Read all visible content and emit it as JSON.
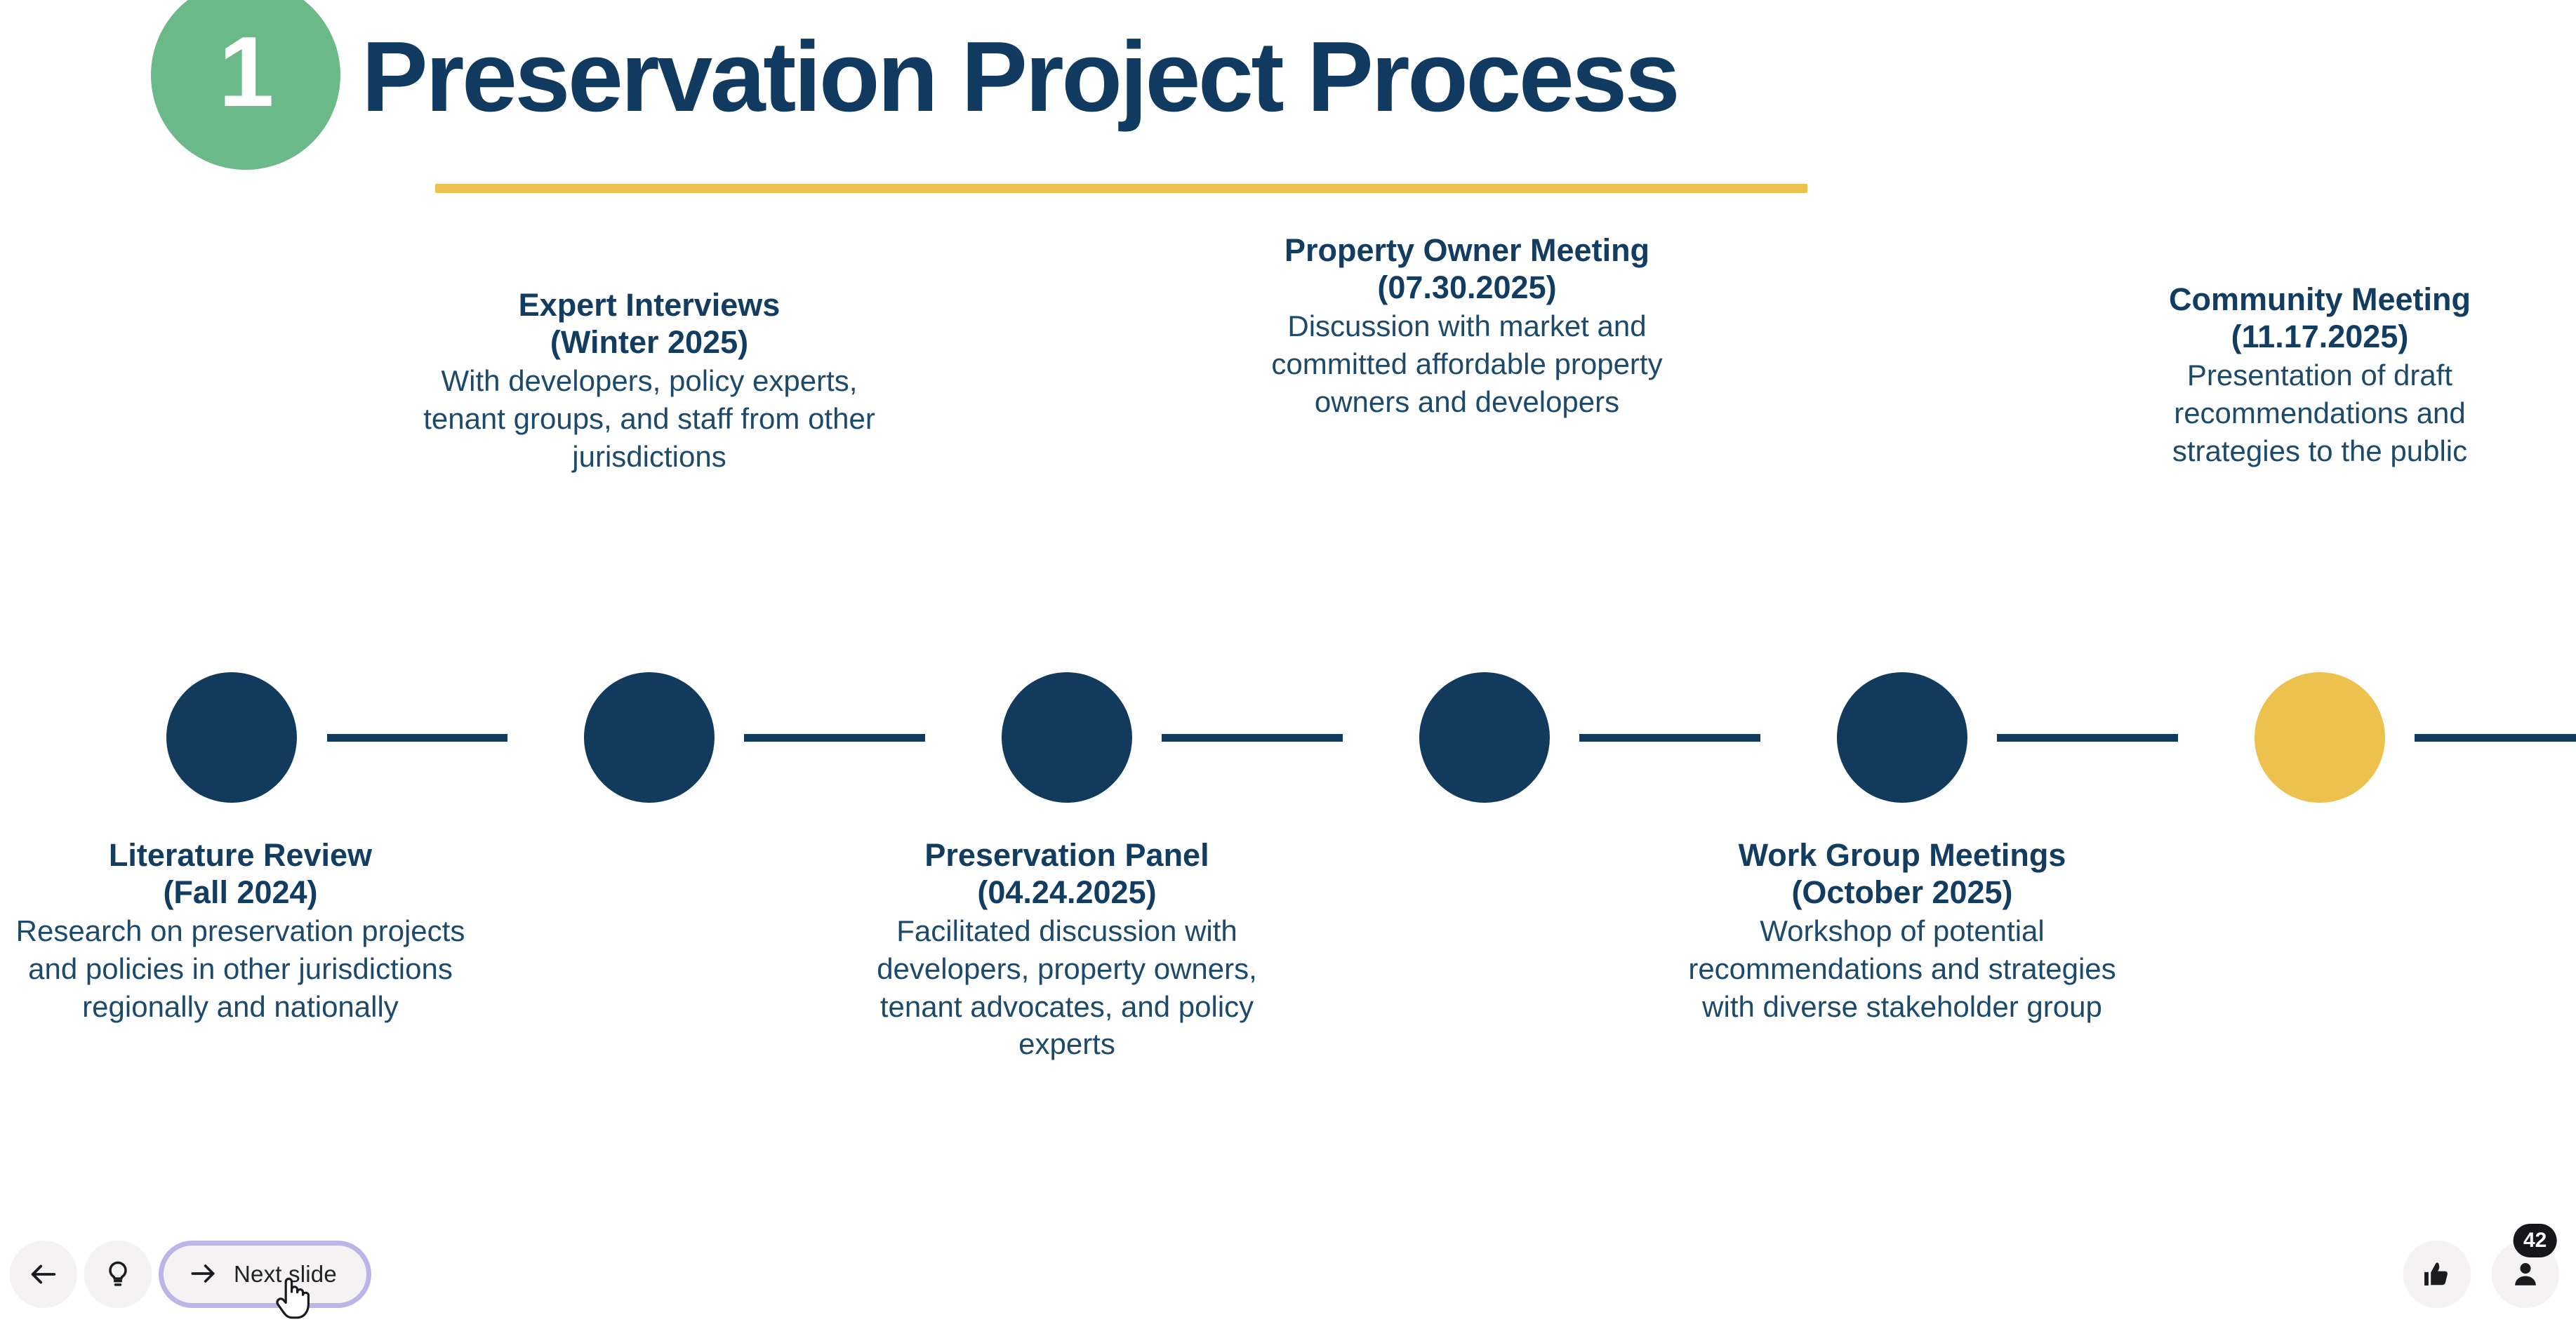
{
  "slide": {
    "step_number": "1",
    "title": "Preservation Project Process",
    "accent_colors": {
      "badge_green": "#6BB889",
      "title_navy": "#113A60",
      "underline_gold": "#EDC14E",
      "dot_navy": "#123A5C",
      "dot_gold": "#EDC14E"
    }
  },
  "milestones": [
    {
      "id": "literature-review",
      "title": "Literature Review",
      "date": "(Fall 2024)",
      "description": "Research on preservation projects and policies in other jurisdictions regionally and nationally",
      "position": "below",
      "dot_color": "navy"
    },
    {
      "id": "expert-interviews",
      "title": "Expert Interviews",
      "date": "(Winter 2025)",
      "description": "With developers, policy experts, tenant groups, and staff from other jurisdictions",
      "position": "above",
      "dot_color": "navy"
    },
    {
      "id": "preservation-panel",
      "title": "Preservation Panel",
      "date": "(04.24.2025)",
      "description": "Facilitated discussion with developers, property owners, tenant advocates, and policy experts",
      "position": "below",
      "dot_color": "navy"
    },
    {
      "id": "property-owner-meeting",
      "title": "Property Owner Meeting",
      "date": "(07.30.2025)",
      "description": "Discussion with market and committed affordable property owners and developers",
      "position": "above",
      "dot_color": "navy"
    },
    {
      "id": "work-group-meetings",
      "title": "Work Group Meetings",
      "date": "(October 2025)",
      "description": "Workshop of potential recommendations and strategies with diverse stakeholder group",
      "position": "below",
      "dot_color": "navy"
    },
    {
      "id": "community-meeting",
      "title": "Community Meeting",
      "date": "(11.17.2025)",
      "description": "Presentation of draft recommendations and strategies to the public",
      "position": "above",
      "dot_color": "gold"
    }
  ],
  "controls": {
    "back_icon": "arrow-left-icon",
    "hint_icon": "lightbulb-icon",
    "next_slide_label": "Next slide",
    "next_slide_icon": "arrow-right-icon",
    "like_icon": "thumbs-up-icon",
    "people_icon": "person-icon",
    "people_count": "42"
  }
}
